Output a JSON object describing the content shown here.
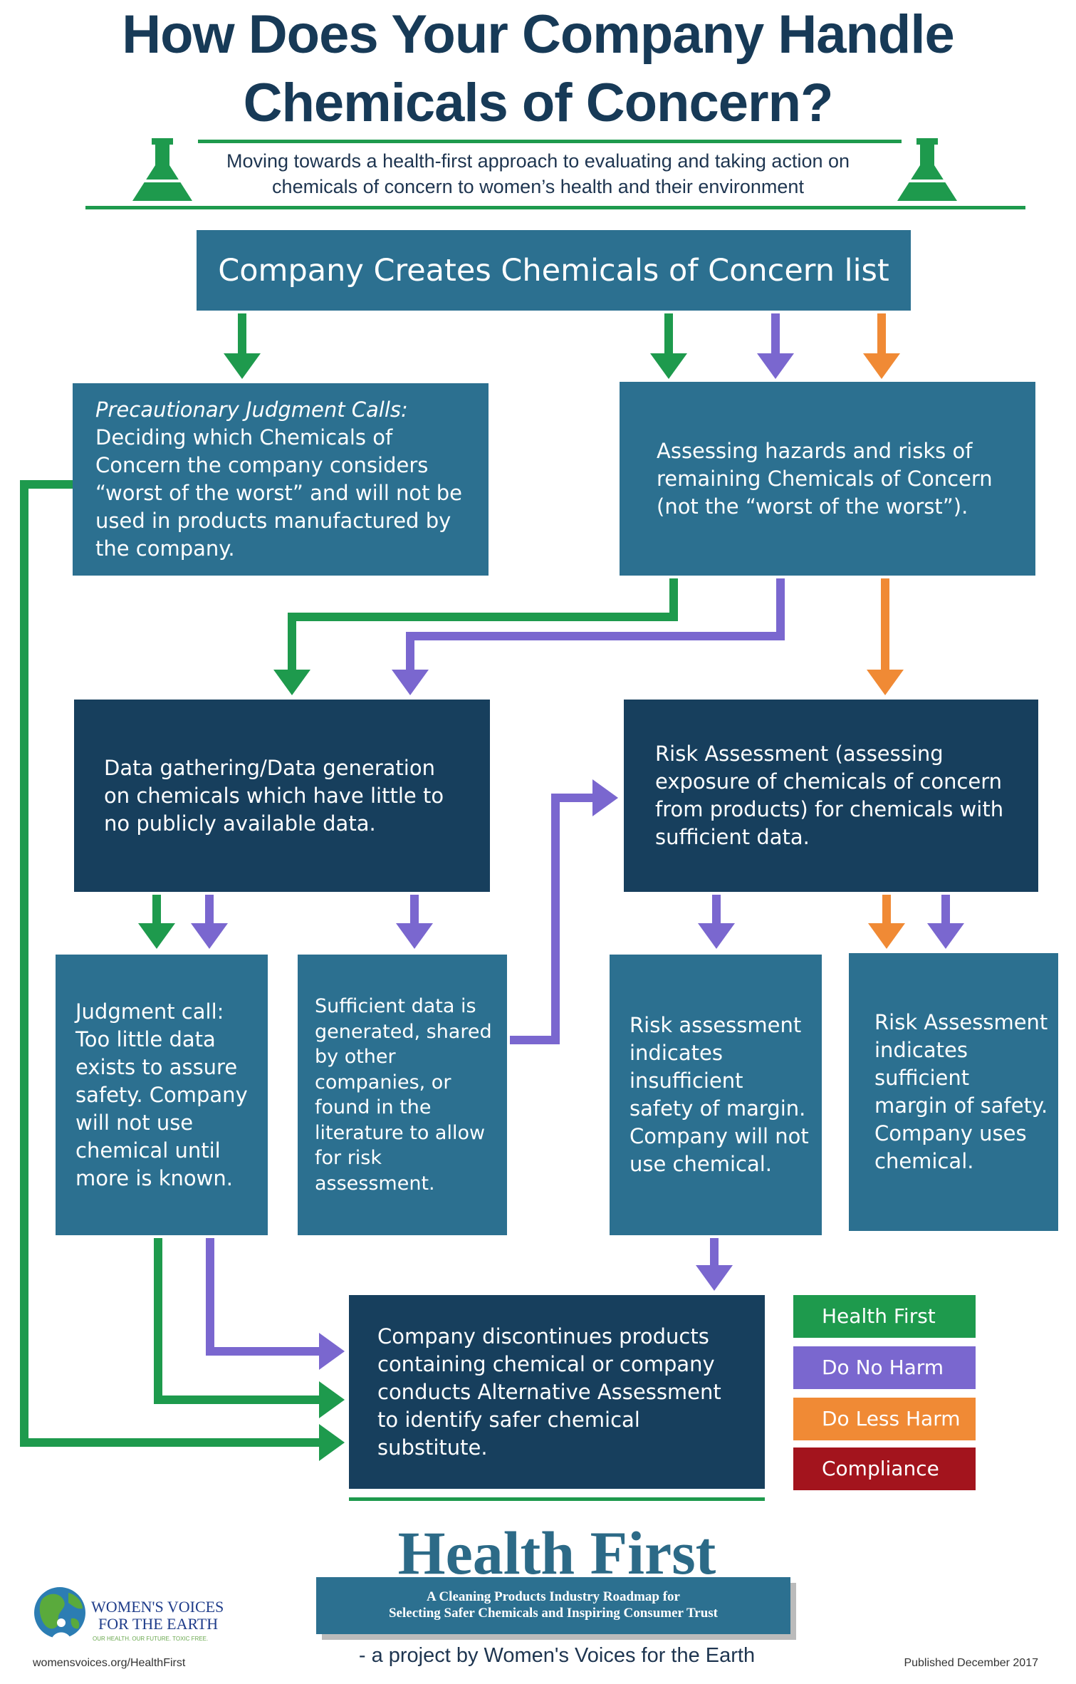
{
  "header": {
    "title_line1": "How Does Your Company Handle",
    "title_line2": "Chemicals of Concern?",
    "subtitle_line1": "Moving towards a health-first approach to evaluating and taking action on",
    "subtitle_line2": "chemicals of concern to women’s health and their environment"
  },
  "nodes": {
    "top": "Company Creates Chemicals of Concern list",
    "precautionary_title": "Precautionary Judgment Calls:",
    "precautionary_body": "Deciding which Chemicals of Concern the company considers “worst of the worst” and will not be used in products manufactured by the company.",
    "assessing": "Assessing hazards and risks of remaining Chemicals of Concern (not the “worst of the worst”).",
    "data_gathering": "Data gathering/Data generation on chemicals which have little to no publicly available data.",
    "risk_assessment": "Risk Assessment (assessing exposure of chemicals of concern from products) for chemicals with sufficient data.",
    "judgment_call": "Judgment call: Too little data exists to assure safety. Company will not use chemical until more is known.",
    "sufficient_data": "Sufficient data is generated, shared by other companies, or found in the literature to allow for risk assessment.",
    "insufficient_margin": "Risk assessment indicates insufficient safety of margin. Company will not use chemical.",
    "sufficient_margin": "Risk Assessment indicates sufficient margin of safety. Company uses chemical.",
    "discontinue": "Company discontinues products containing chemical or company conducts Alternative Assessment to identify safer chemical substitute."
  },
  "legend": [
    {
      "label": "Health First",
      "color": "#1e9a4d"
    },
    {
      "label": "Do No Harm",
      "color": "#7a67cf"
    },
    {
      "label": "Do Less Harm",
      "color": "#f08a35"
    },
    {
      "label": "Compliance",
      "color": "#a3141d"
    }
  ],
  "colors": {
    "green": "#1e9a4d",
    "purple": "#7a67cf",
    "orange": "#f08a35",
    "teal": "#2c7090",
    "navy": "#173f5d"
  },
  "footer": {
    "brand": "Health First",
    "banner_line1": "A Cleaning Products Industry Roadmap for",
    "banner_line2": "Selecting Safer Chemicals and Inspiring Consumer Trust",
    "project": "- a project by Women's Voices for the Earth",
    "org_line1": "WOMEN'S VOICES",
    "org_line2": "FOR THE EARTH",
    "org_tagline": "OUR HEALTH. OUR FUTURE. TOXIC FREE.",
    "url": "womensvoices.org/HealthFirst",
    "published": "Published December 2017"
  }
}
